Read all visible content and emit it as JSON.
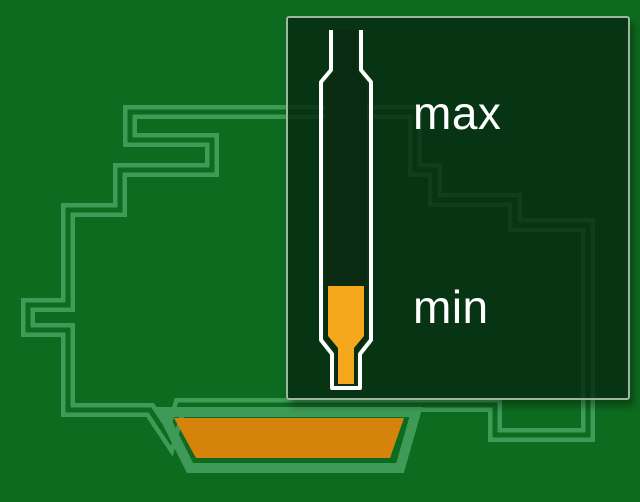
{
  "dipstick": {
    "max_label": "max",
    "min_label": "min"
  },
  "oil_level": "min",
  "colors": {
    "background": "#0d6b1f",
    "engine_outline": "#3f9a57",
    "oil": "#d6830c",
    "dipstick_oil": "#f5a81b",
    "panel": "#0a3316",
    "text": "#ffffff"
  },
  "icons": [
    "engine-outline-icon",
    "oil-pan-icon",
    "dipstick-icon"
  ]
}
